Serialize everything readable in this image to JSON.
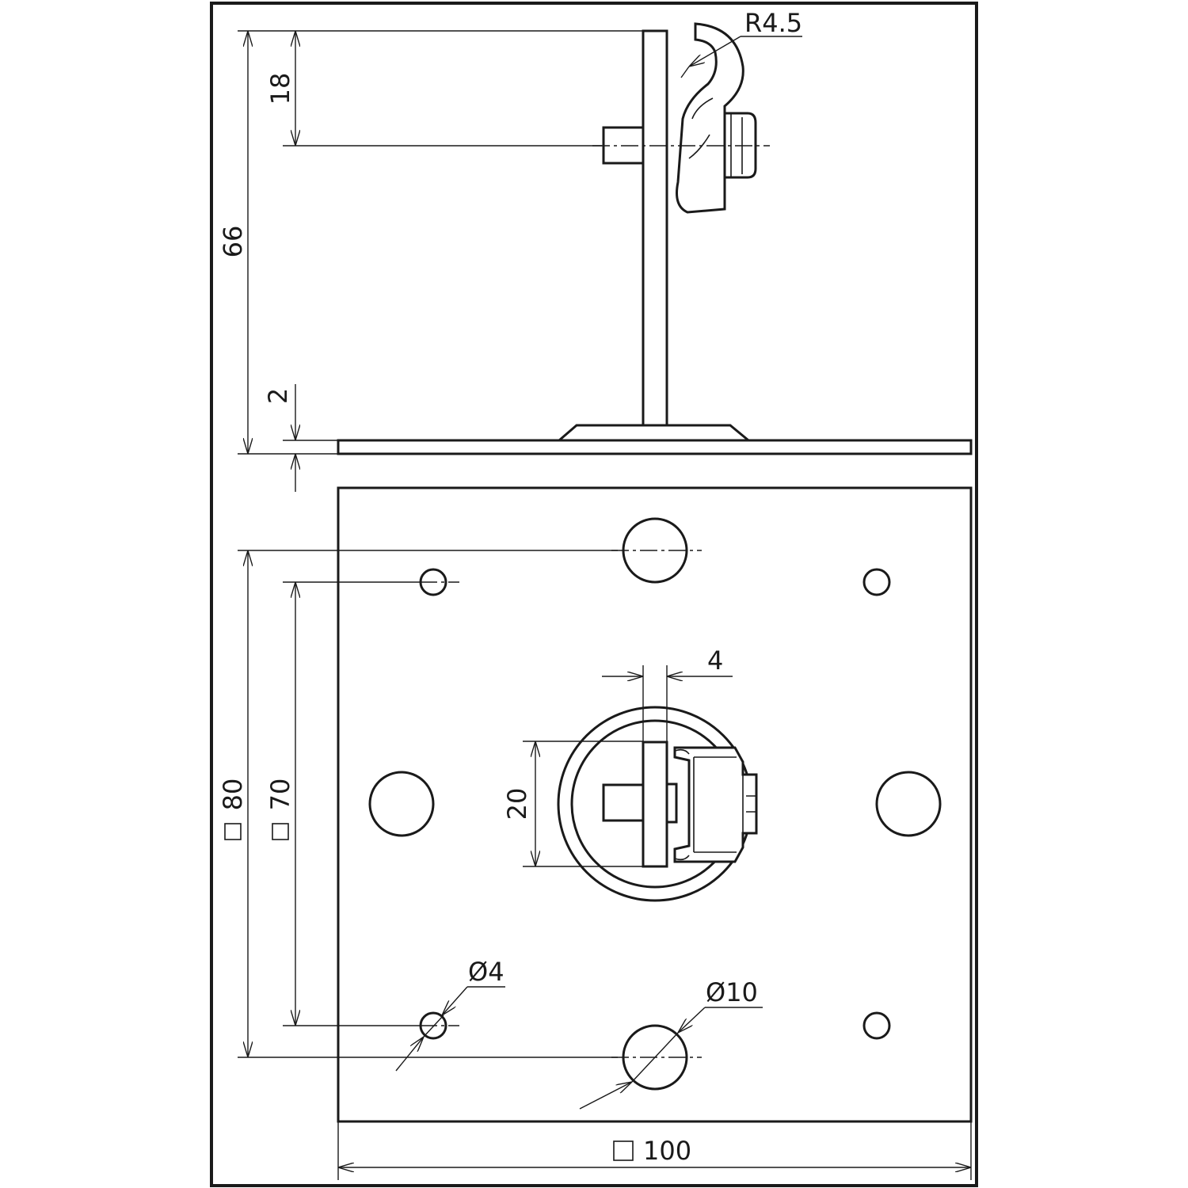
{
  "drawing": {
    "dimensions": {
      "radius": "R4.5",
      "clamp_height": "18",
      "total_height": "66",
      "plate_thickness": "2",
      "hole_square_outer": "80",
      "hole_square_inner": "70",
      "conductor_range": "20",
      "slot_width": "4",
      "small_hole_diameter": "Ø4",
      "large_hole_diameter": "Ø10",
      "plate_size": "100"
    }
  }
}
